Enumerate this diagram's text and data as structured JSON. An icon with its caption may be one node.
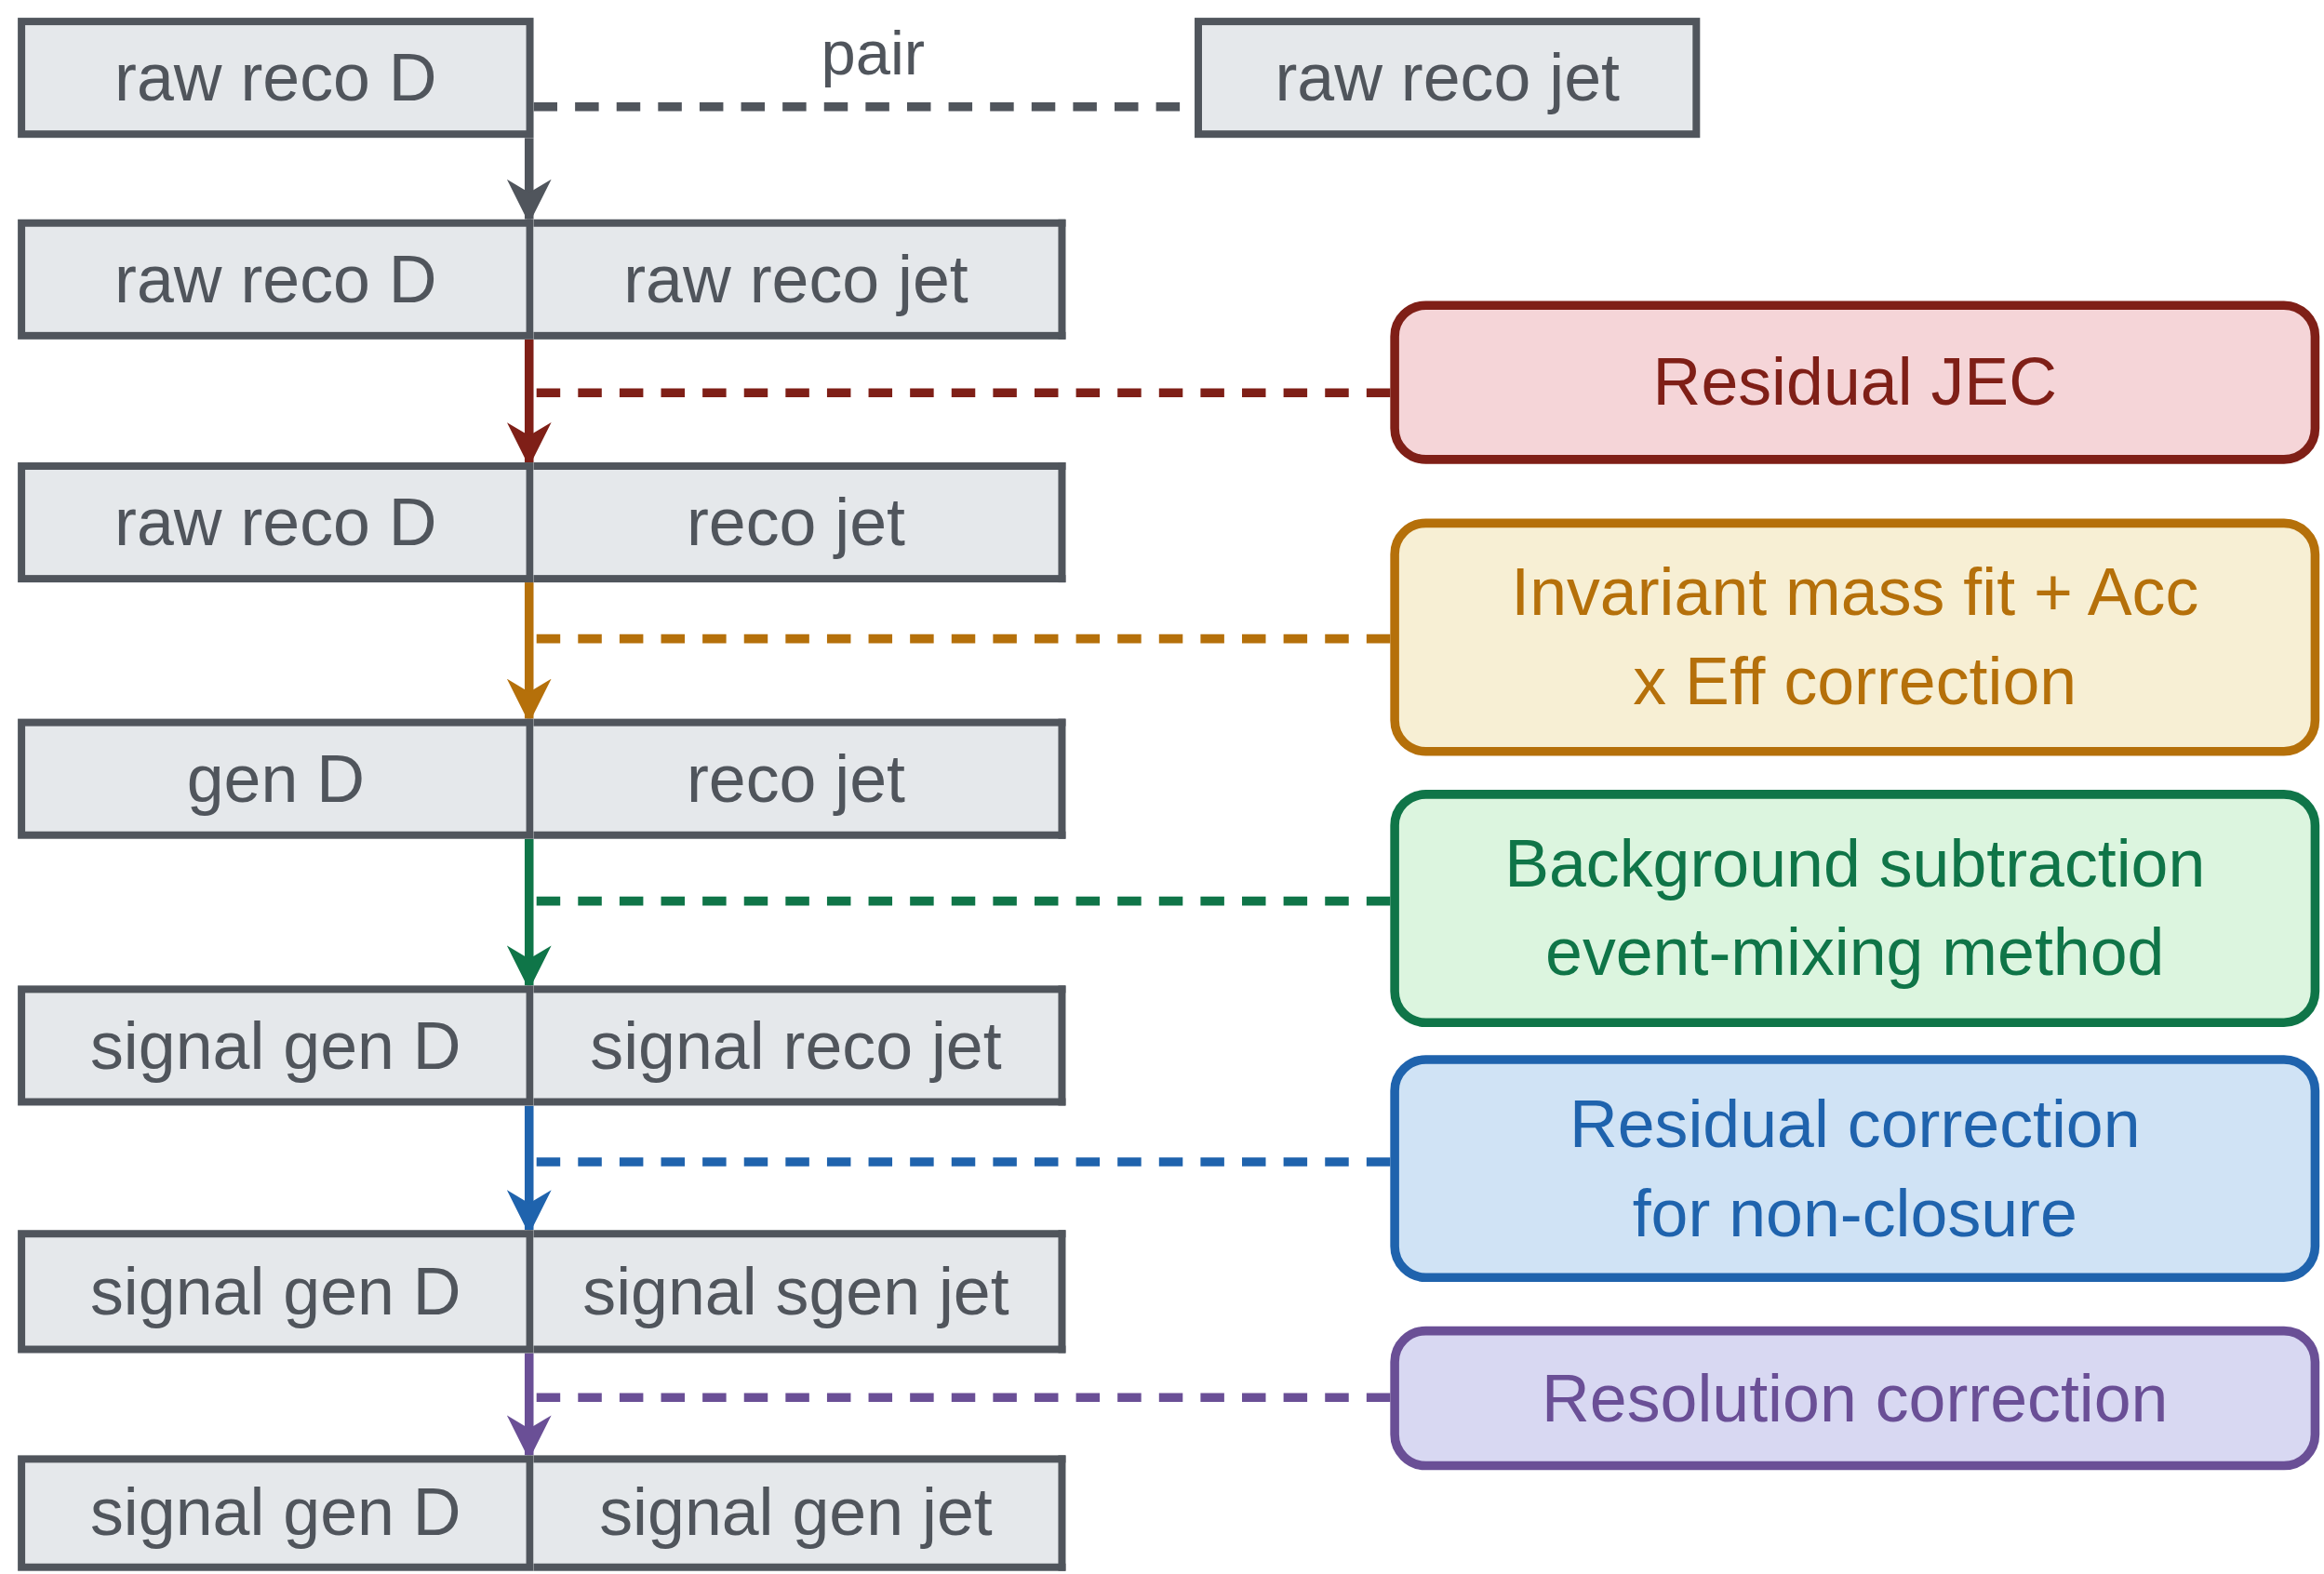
{
  "diagram": {
    "nodes": [
      {
        "text": [
          "raw reco D"
        ]
      },
      {
        "text": [
          "raw reco jet"
        ]
      },
      {
        "text": [
          "raw reco D"
        ]
      },
      {
        "text": [
          "raw reco jet"
        ]
      },
      {
        "text": [
          "raw reco D"
        ]
      },
      {
        "text": [
          "reco jet"
        ]
      },
      {
        "text": [
          "gen D"
        ]
      },
      {
        "text": [
          "reco jet"
        ]
      },
      {
        "text": [
          "signal gen D"
        ]
      },
      {
        "text": [
          "signal reco jet"
        ]
      },
      {
        "text": [
          "signal gen D"
        ]
      },
      {
        "text": [
          "signal sgen jet"
        ]
      },
      {
        "text": [
          "signal gen D"
        ]
      },
      {
        "text": [
          "signal gen jet"
        ]
      },
      {
        "text": [
          "Residual JEC"
        ]
      },
      {
        "text": [
          "Invariant mass fit + Acc x Eff correction"
        ]
      },
      {
        "text": [
          "Background subtraction event-mixing method"
        ]
      },
      {
        "text": [
          "Residual correction for non-closure"
        ]
      },
      {
        "text": [
          "Resolution correction"
        ]
      }
    ],
    "edges": [
      {
        "from": 0,
        "to": 1,
        "arrow": "none",
        "style": "dashed",
        "label": "pair",
        "color": "#50555c"
      },
      {
        "from": 0,
        "to": 2,
        "arrow": "to",
        "color": "#50555c"
      },
      {
        "from": 2,
        "to": 4,
        "arrow": "to",
        "color": "#7f1f17"
      },
      {
        "from": 14,
        "to": null,
        "arrow": "none",
        "style": "dashed",
        "color": "#7f1f17"
      },
      {
        "from": 4,
        "to": 6,
        "arrow": "to",
        "color": "#b5700a"
      },
      {
        "from": 15,
        "to": null,
        "arrow": "none",
        "style": "dashed",
        "color": "#b5700a"
      },
      {
        "from": 6,
        "to": 8,
        "arrow": "to",
        "color": "#0f7548"
      },
      {
        "from": 16,
        "to": null,
        "arrow": "none",
        "style": "dashed",
        "color": "#0f7548"
      },
      {
        "from": 8,
        "to": 10,
        "arrow": "to",
        "color": "#1f63ad"
      },
      {
        "from": 17,
        "to": null,
        "arrow": "none",
        "style": "dashed",
        "color": "#1f63ad"
      },
      {
        "from": 10,
        "to": 12,
        "arrow": "to",
        "color": "#6a4f96"
      },
      {
        "from": 18,
        "to": null,
        "arrow": "none",
        "style": "dashed",
        "color": "#6a4f96"
      }
    ]
  }
}
